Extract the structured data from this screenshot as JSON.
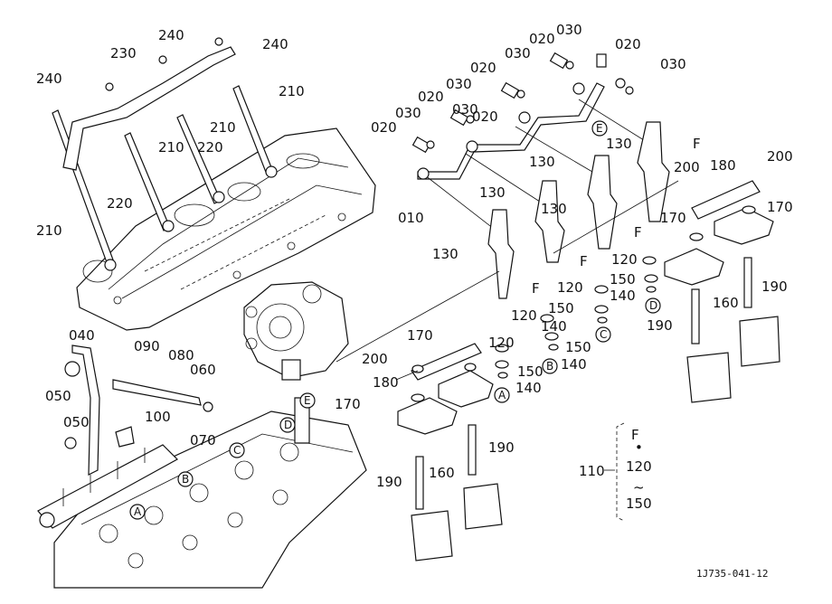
{
  "diagram": {
    "code": "1J735-041-12",
    "parts": [
      "010",
      "020",
      "030",
      "040",
      "050",
      "060",
      "070",
      "080",
      "090",
      "100",
      "110",
      "120",
      "130",
      "140",
      "150",
      "160",
      "170",
      "180",
      "190",
      "200",
      "210",
      "220",
      "230",
      "240"
    ],
    "refs": [
      "A",
      "B",
      "C",
      "D",
      "E",
      "F"
    ],
    "kit": {
      "part": "110",
      "top": "F",
      "mid": "120",
      "tilde": "~",
      "bottom": "150"
    },
    "callouts": [
      {
        "t": "240"
      },
      {
        "t": "240"
      },
      {
        "t": "230"
      },
      {
        "t": "240"
      },
      {
        "t": "210"
      },
      {
        "t": "210"
      },
      {
        "t": "210"
      },
      {
        "t": "220"
      },
      {
        "t": "220"
      },
      {
        "t": "210"
      },
      {
        "t": "020"
      },
      {
        "t": "030"
      },
      {
        "t": "020"
      },
      {
        "t": "030"
      },
      {
        "t": "020"
      },
      {
        "t": "030"
      },
      {
        "t": "020"
      },
      {
        "t": "030"
      },
      {
        "t": "020"
      },
      {
        "t": "030"
      },
      {
        "t": "020"
      },
      {
        "t": "030"
      },
      {
        "t": "010"
      },
      {
        "t": "130"
      },
      {
        "t": "130"
      },
      {
        "t": "130"
      },
      {
        "t": "130"
      },
      {
        "t": "130"
      },
      {
        "t": "200"
      },
      {
        "t": "180"
      },
      {
        "t": "200"
      },
      {
        "t": "170"
      },
      {
        "t": "170"
      },
      {
        "t": "190"
      },
      {
        "t": "160"
      },
      {
        "t": "190"
      },
      {
        "t": "120"
      },
      {
        "t": "150"
      },
      {
        "t": "140"
      },
      {
        "t": "120"
      },
      {
        "t": "150"
      },
      {
        "t": "140"
      },
      {
        "t": "150"
      },
      {
        "t": "140"
      },
      {
        "t": "120"
      },
      {
        "t": "120"
      },
      {
        "t": "150"
      },
      {
        "t": "140"
      },
      {
        "t": "200"
      },
      {
        "t": "170"
      },
      {
        "t": "180"
      },
      {
        "t": "170"
      },
      {
        "t": "160"
      },
      {
        "t": "190"
      },
      {
        "t": "190"
      },
      {
        "t": "040"
      },
      {
        "t": "090"
      },
      {
        "t": "080"
      },
      {
        "t": "060"
      },
      {
        "t": "050"
      },
      {
        "t": "100"
      },
      {
        "t": "070"
      },
      {
        "t": "050"
      }
    ]
  }
}
